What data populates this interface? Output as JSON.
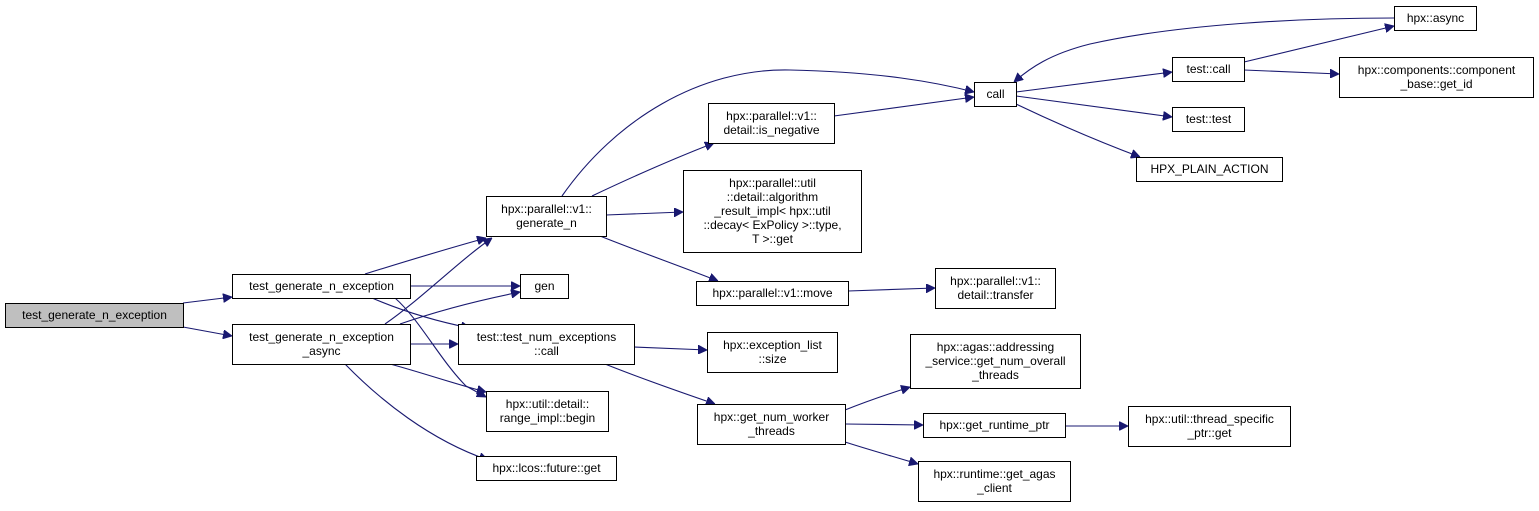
{
  "colors": {
    "edge": "#191970",
    "root_fill": "#bfbfbf",
    "node_fill": "#ffffff",
    "node_border": "#000000"
  },
  "nodes": [
    {
      "id": "root",
      "lines": [
        "test_generate_n_exception"
      ],
      "is_root": true
    },
    {
      "id": "tgne",
      "lines": [
        "test_generate_n_exception"
      ]
    },
    {
      "id": "tgnea",
      "lines": [
        "test_generate_n_exception",
        "_async"
      ]
    },
    {
      "id": "gen_n",
      "lines": [
        "hpx::parallel::v1::",
        "generate_n"
      ]
    },
    {
      "id": "gen",
      "lines": [
        "gen"
      ]
    },
    {
      "id": "tnec",
      "lines": [
        "test::test_num_exceptions",
        "::call"
      ]
    },
    {
      "id": "rib",
      "lines": [
        "hpx::util::detail::",
        "range_impl::begin"
      ]
    },
    {
      "id": "lfg",
      "lines": [
        "hpx::lcos::future::get"
      ]
    },
    {
      "id": "isneg",
      "lines": [
        "hpx::parallel::v1::",
        "detail::is_negative"
      ]
    },
    {
      "id": "ari",
      "lines": [
        "hpx::parallel::util",
        "::detail::algorithm",
        "_result_impl< hpx::util",
        "::decay< ExPolicy >::type,",
        "T >::get"
      ]
    },
    {
      "id": "move",
      "lines": [
        "hpx::parallel::v1::move"
      ]
    },
    {
      "id": "els",
      "lines": [
        "hpx::exception_list",
        "::size"
      ]
    },
    {
      "id": "gnwt",
      "lines": [
        "hpx::get_num_worker",
        "_threads"
      ]
    },
    {
      "id": "call",
      "lines": [
        "call"
      ]
    },
    {
      "id": "transfer",
      "lines": [
        "hpx::parallel::v1::",
        "detail::transfer"
      ]
    },
    {
      "id": "asgnot",
      "lines": [
        "hpx::agas::addressing",
        "_service::get_num_overall",
        "_threads"
      ]
    },
    {
      "id": "grp",
      "lines": [
        "hpx::get_runtime_ptr"
      ]
    },
    {
      "id": "rgac",
      "lines": [
        "hpx::runtime::get_agas",
        "_client"
      ]
    },
    {
      "id": "tcall",
      "lines": [
        "test::call"
      ]
    },
    {
      "id": "ttest",
      "lines": [
        "test::test"
      ]
    },
    {
      "id": "hpa",
      "lines": [
        "HPX_PLAIN_ACTION"
      ]
    },
    {
      "id": "async",
      "lines": [
        "hpx::async"
      ]
    },
    {
      "id": "cbgi",
      "lines": [
        "hpx::components::component",
        "_base::get_id"
      ]
    },
    {
      "id": "tspg",
      "lines": [
        "hpx::util::thread_specific",
        "_ptr::get"
      ]
    }
  ],
  "edges": [
    [
      "root",
      "tgne"
    ],
    [
      "root",
      "tgnea"
    ],
    [
      "tgne",
      "gen_n"
    ],
    [
      "tgne",
      "gen"
    ],
    [
      "tgne",
      "tnec"
    ],
    [
      "tgne",
      "rib"
    ],
    [
      "tgnea",
      "gen_n"
    ],
    [
      "tgnea",
      "gen"
    ],
    [
      "tgnea",
      "tnec"
    ],
    [
      "tgnea",
      "rib"
    ],
    [
      "tgnea",
      "lfg"
    ],
    [
      "gen_n",
      "call"
    ],
    [
      "gen_n",
      "isneg"
    ],
    [
      "gen_n",
      "ari"
    ],
    [
      "gen_n",
      "move"
    ],
    [
      "isneg",
      "call"
    ],
    [
      "move",
      "transfer"
    ],
    [
      "tnec",
      "els"
    ],
    [
      "tnec",
      "gnwt"
    ],
    [
      "gnwt",
      "asgnot"
    ],
    [
      "gnwt",
      "grp"
    ],
    [
      "gnwt",
      "rgac"
    ],
    [
      "grp",
      "tspg"
    ],
    [
      "call",
      "tcall"
    ],
    [
      "call",
      "ttest"
    ],
    [
      "call",
      "hpa"
    ],
    [
      "tcall",
      "async"
    ],
    [
      "tcall",
      "cbgi"
    ],
    [
      "async",
      "call"
    ]
  ]
}
